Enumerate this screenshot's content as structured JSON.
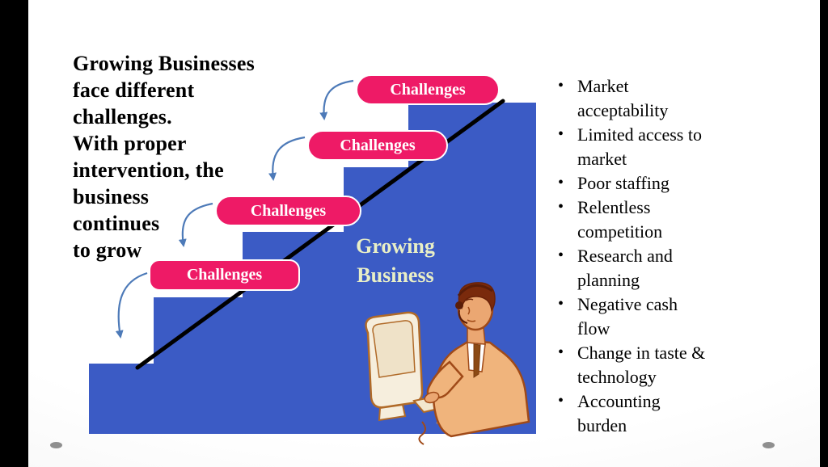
{
  "slide": {
    "title": "Growing Businesses\nface different\nchallenges.\nWith proper\nintervention, the\nbusiness\ncontinues\nto grow",
    "badges": [
      "Challenges",
      "Challenges",
      "Challenges",
      "Challenges"
    ],
    "stair_label": "Growing\nBusiness",
    "bullets": [
      "Market\nacceptability",
      "Limited access to\nmarket",
      "Poor staffing",
      "Relentless\ncompetition",
      "Research and\nplanning",
      "Negative cash\nflow",
      "Change in taste &\ntechnology",
      "Accounting\nburden"
    ],
    "icons": {
      "clipart": "person-at-computer",
      "arrows": "curved-down-arrow"
    },
    "colors": {
      "stairs": "#3b5bc5",
      "badge": "#ee1a66",
      "badge_text": "#ffffff",
      "arrow": "#4d7ab8",
      "stair_label": "#e9efc6",
      "trend_line": "#000000",
      "text": "#000000",
      "edge_bar": "#000000",
      "dot": "#8f8f8f"
    }
  }
}
